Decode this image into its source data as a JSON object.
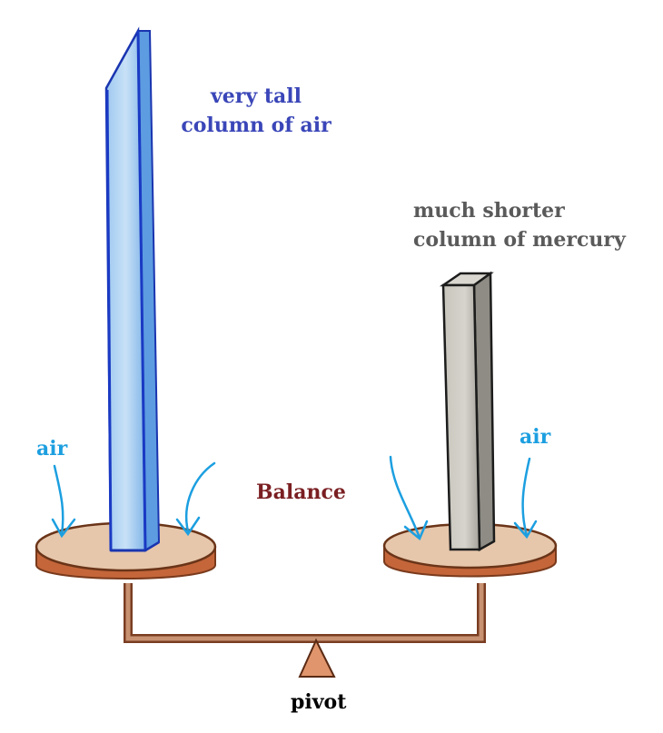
{
  "labels": {
    "air_column_line1": "very tall",
    "air_column_line2": "column of air",
    "mercury_column_line1": "much shorter",
    "mercury_column_line2": "column of mercury",
    "air_left": "air",
    "air_right": "air",
    "balance": "Balance",
    "pivot": "pivot"
  },
  "colors": {
    "air_label": "#3a46b8",
    "mercury_label": "#5a5a5a",
    "arrow_label": "#1c9fe0",
    "balance_label": "#7a1f22",
    "pivot_label": "#000000",
    "air_column": "#4a8fdc",
    "mercury_column": "#b9b7ae",
    "pan_fill": "#e4c3a6",
    "pan_edge": "#b5582a",
    "beam": "#a06a4b",
    "arrow": "#1c9fe0"
  }
}
